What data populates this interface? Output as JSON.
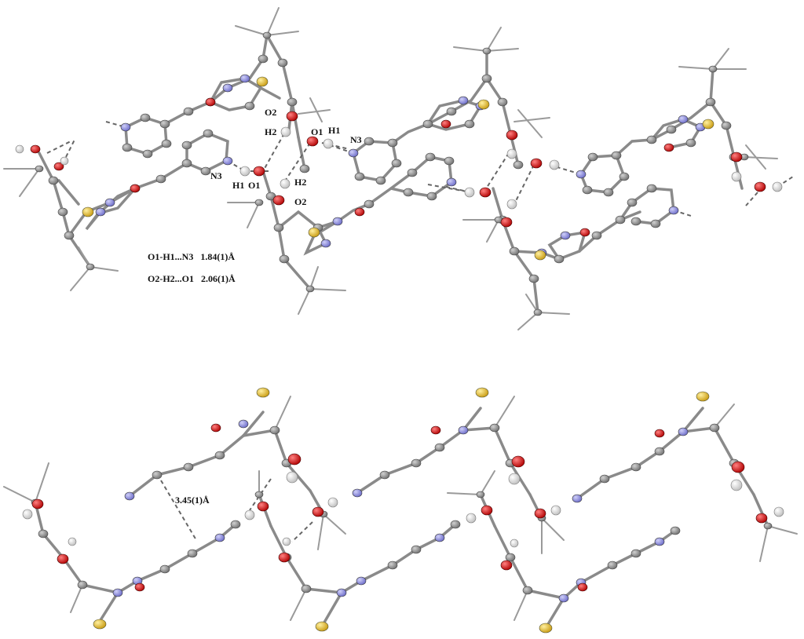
{
  "labels": {
    "o2_top": "O2",
    "h2_top": "H2",
    "o1_top": "O1",
    "h1_top": "H1",
    "n3_right": "N3",
    "n3_left": "N3",
    "h1_left": "H1",
    "o1_left": "O1",
    "h2_bottom": "H2",
    "o2_bottom": "O2"
  },
  "notes": {
    "bond1": "O1-H1...N3   1.84(1)Å",
    "bond2": "O2-H2...O1   2.06(1)Å",
    "stacking": "3.45(1)Å"
  },
  "colors": {
    "carbon": "#8c8c8c",
    "nitrogen": "#8f8fe0",
    "oxygen": "#e01010",
    "sulfur": "#e8c030",
    "hydrogen": "#f2f2f2"
  }
}
